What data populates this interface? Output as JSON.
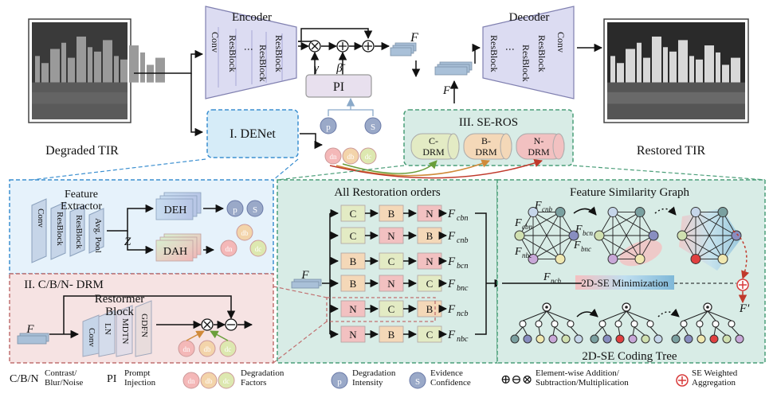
{
  "images": {
    "input_label": "Degraded TIR",
    "output_label": "Restored TIR"
  },
  "encoder": {
    "title": "Encoder",
    "layers": [
      "Conv",
      "ResBlock",
      "⋮",
      "ResBlock",
      "ResBlock"
    ]
  },
  "decoder": {
    "title": "Decoder",
    "layers": [
      "ResBlock",
      "⋮",
      "ResBlock",
      "ResBlock",
      "Conv"
    ]
  },
  "modulation": {
    "gamma": "γ",
    "beta": "β̄",
    "pi_label": "PI",
    "feature_f": "F",
    "feature_f_prime": "F'"
  },
  "denet": {
    "label": "I. DENet",
    "p": "p",
    "s": "S",
    "factors": [
      "dn",
      "db",
      "dc"
    ]
  },
  "seros": {
    "label": "III. SE-ROS",
    "drms": [
      "C-\nDRM",
      "B-\nDRM",
      "N-\nDRM"
    ]
  },
  "feature_extractor": {
    "title": "Feature\nExtractor",
    "layers": [
      "Conv",
      "ResBlock",
      "ResBlock",
      "Avg. Pool"
    ],
    "z": "Z",
    "deh": "DEH",
    "dah": "DAH"
  },
  "drm": {
    "label": "II. C/B/N- DRM",
    "block": "Restormer\nBlock",
    "layers": [
      "Conv",
      "LN",
      "MDTN",
      "GDFN"
    ],
    "f": "F"
  },
  "orders": {
    "title": "All Restoration orders",
    "input": "F",
    "rows": [
      {
        "seq": [
          "C",
          "B",
          "N"
        ],
        "out": "F",
        "sub": "cbn"
      },
      {
        "seq": [
          "C",
          "N",
          "B"
        ],
        "out": "F",
        "sub": "cnb"
      },
      {
        "seq": [
          "B",
          "C",
          "N"
        ],
        "out": "F",
        "sub": "bcn"
      },
      {
        "seq": [
          "B",
          "N",
          "C"
        ],
        "out": "F",
        "sub": "bnc"
      },
      {
        "seq": [
          "N",
          "C",
          "B"
        ],
        "out": "F",
        "sub": "ncb"
      },
      {
        "seq": [
          "N",
          "B",
          "C"
        ],
        "out": "F",
        "sub": "nbc"
      }
    ]
  },
  "graph": {
    "title": "Feature Similarity Graph",
    "node_labels": [
      "F",
      "F",
      "F",
      "F",
      "F",
      "F"
    ],
    "node_subs": [
      "cnb",
      "cbn",
      "nbc",
      "ncb",
      "bnc",
      "bcn"
    ],
    "minimization": "2D-SE Minimization",
    "f_prime": "F'",
    "tree_title": "2D-SE Coding Tree"
  },
  "legend": {
    "cbn_label": "C/B/N",
    "cbn_desc": "Contrast/\nBlur/Noise",
    "pi_label": "PI",
    "pi_desc": "Prompt\nInjection",
    "factors_desc": "Degradation\nFactors",
    "p_desc": "Degradation\nIntensity",
    "s_desc": "Evidence\nConfidence",
    "ops_symbols": "⊕⊖⊗",
    "ops_desc": "Element-wise Addition/\nSubtraction/Multiplication",
    "se_desc": "SE Weighted\nAggregation"
  },
  "colors": {
    "c": "#e3ebc4",
    "b": "#f4d8b8",
    "n": "#f2c1c1",
    "blue_box": "#d6ecf8",
    "green_box": "#d8ece6",
    "red_box": "#f6e3e3",
    "red": "#d83a3a"
  }
}
